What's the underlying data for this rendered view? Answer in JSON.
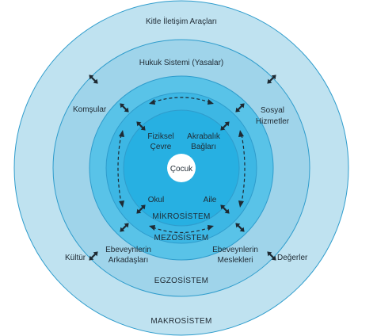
{
  "colors": {
    "makro": "#bfe2f0",
    "ekzo": "#9fd4ea",
    "mezo": "#59c3e8",
    "mikro": "#3db7e4",
    "mikro_inner": "#27b0e2",
    "center": "#ffffff",
    "ring_stroke": "#2e9ccc"
  },
  "labels": {
    "center": "Çocuk",
    "makro_top": "Kitle İletişim Araçları",
    "ekzo_top": "Hukuk Sistemi (Yasalar)",
    "komsular": "Komşular",
    "sosyal_1": "Sosyal",
    "sosyal_2": "Hizmetler",
    "fiziksel_1": "Fiziksel",
    "fiziksel_2": "Çevre",
    "akrabalik_1": "Akrabalık",
    "akrabalik_2": "Bağları",
    "okul": "Okul",
    "aile": "Aile",
    "ebeveyn_ark_1": "Ebeveynlerin",
    "ebeveyn_ark_2": "Arkadaşları",
    "ebeveyn_mes_1": "Ebeveynlerin",
    "ebeveyn_mes_2": "Meslekleri",
    "kultur": "Kültür",
    "degerler": "Değerler"
  },
  "systems": {
    "mikro": "MİKROSİSTEM",
    "mezo": "MEZOSİSTEM",
    "ekzo": "EGZOSİSTEM",
    "makro": "MAKROSİSTEM"
  }
}
